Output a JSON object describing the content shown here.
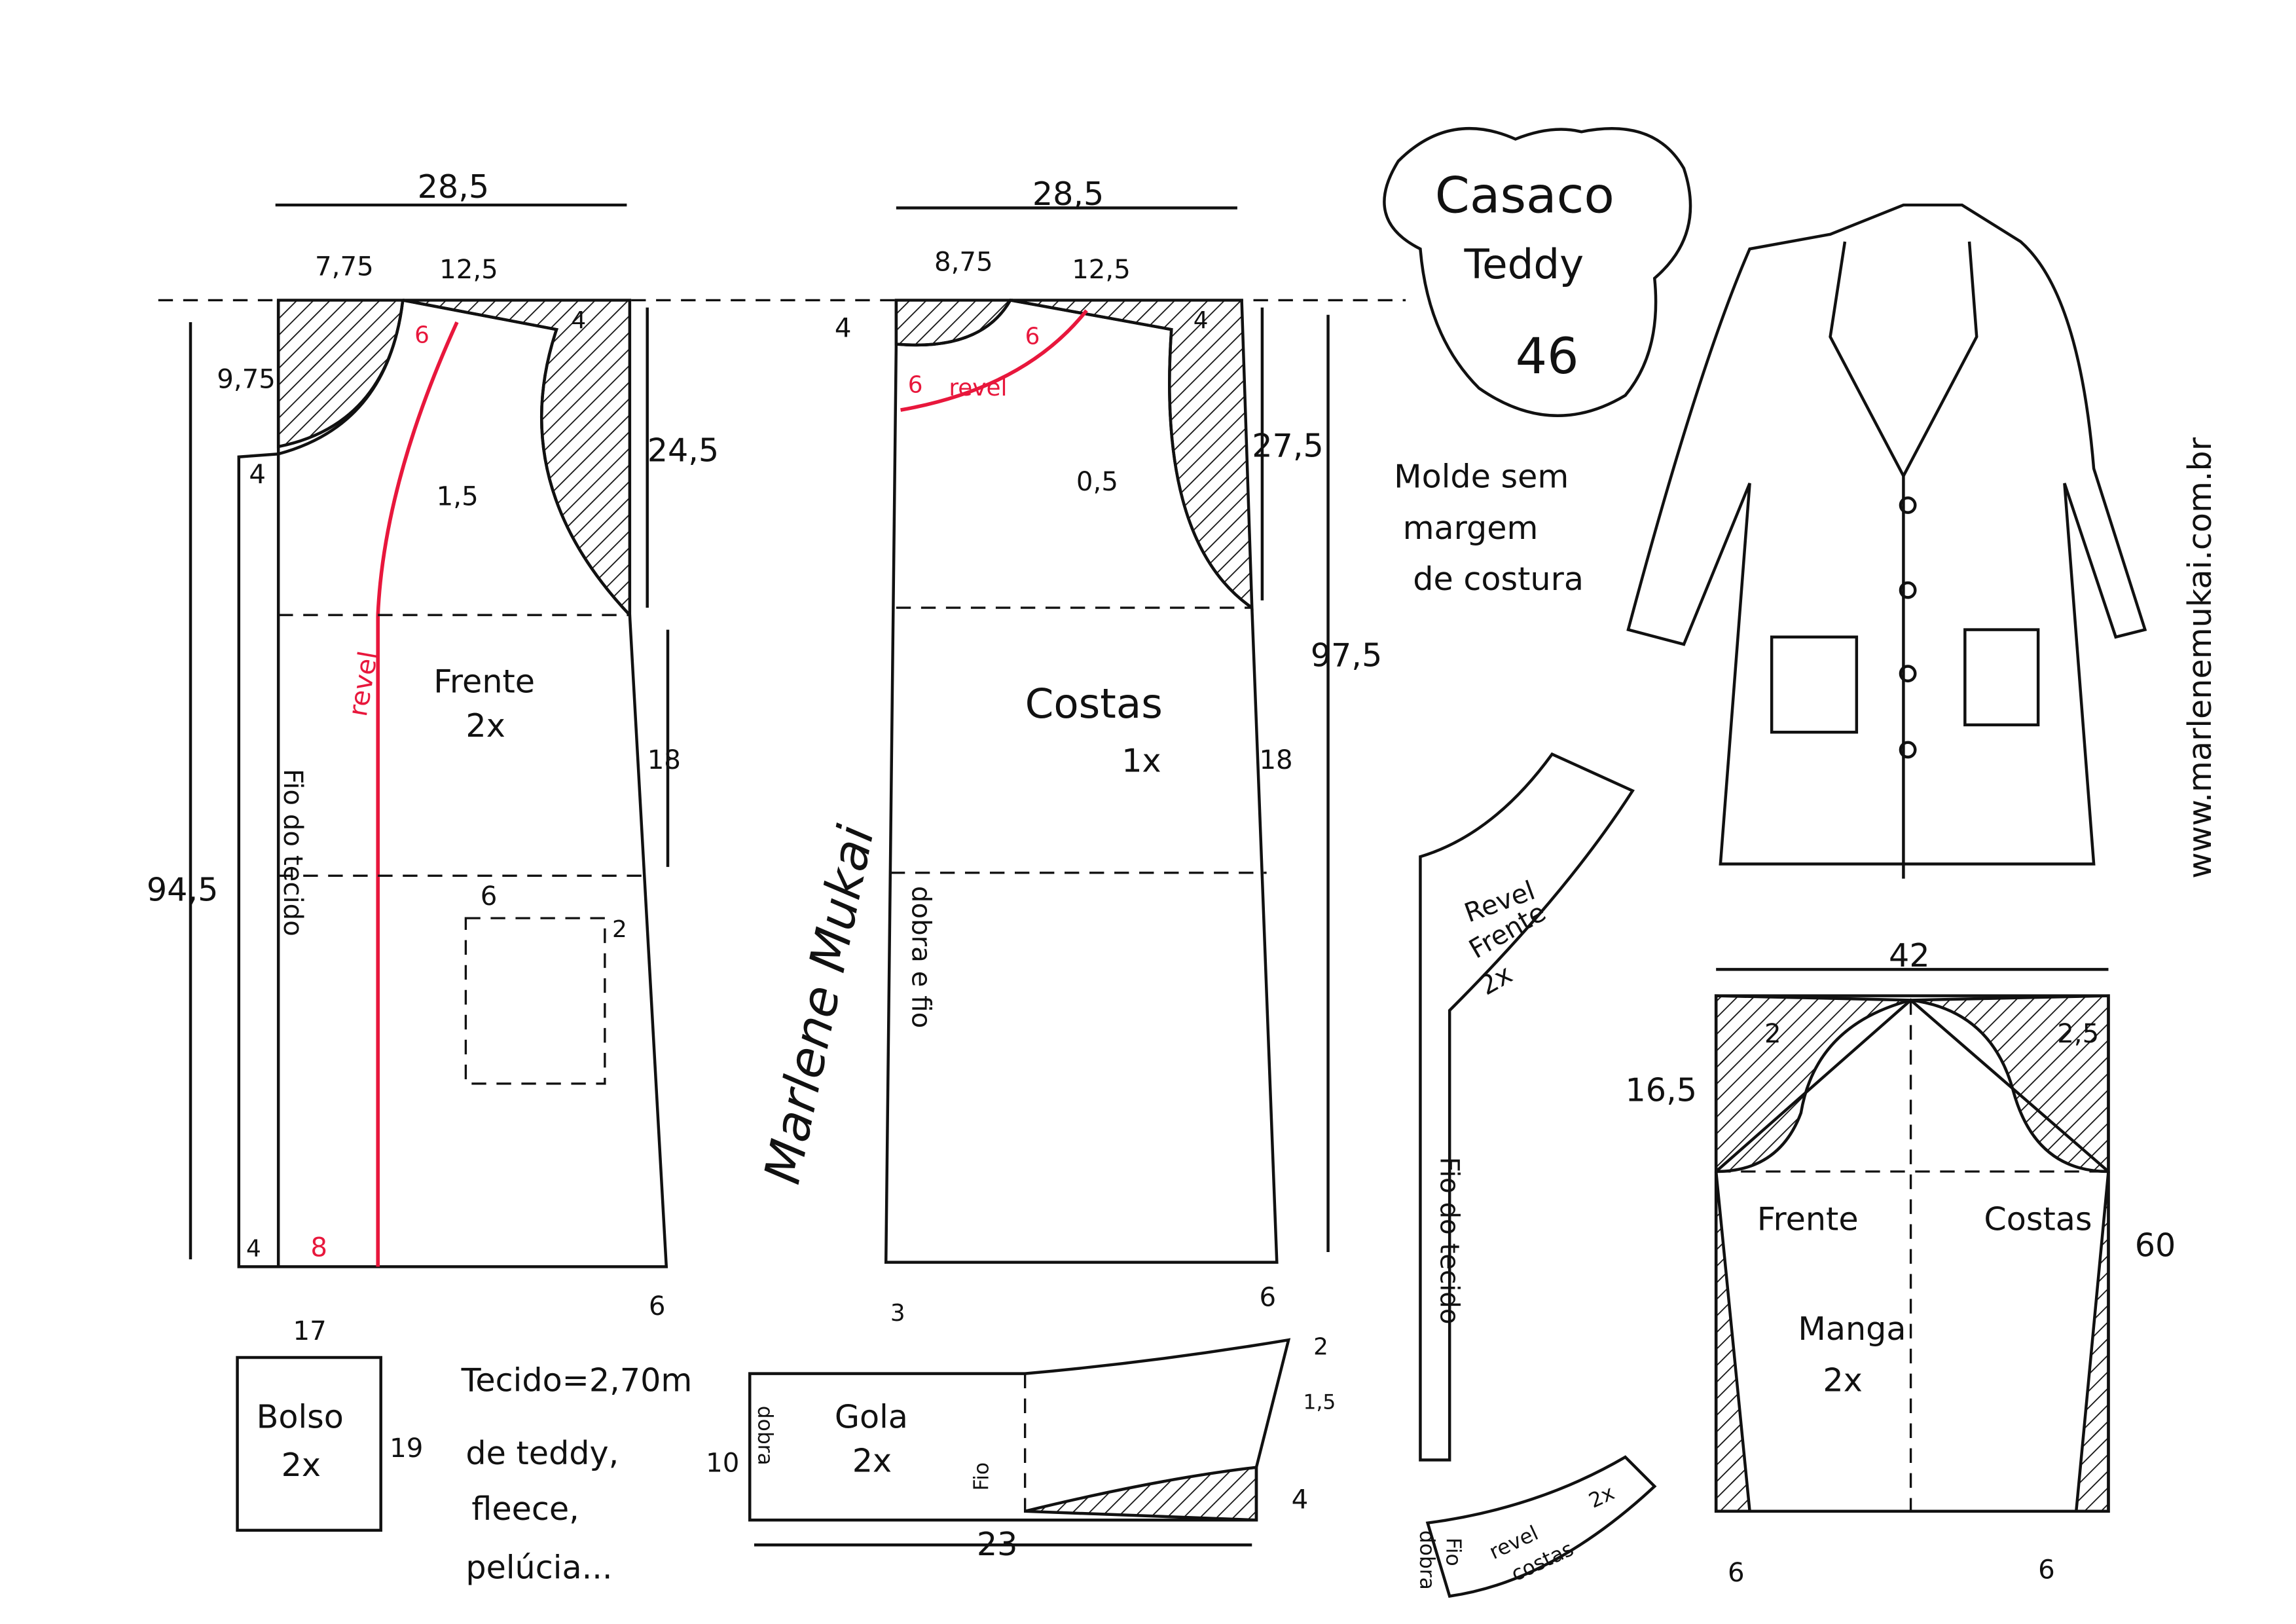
{
  "title": {
    "line1": "Casaco",
    "line2": "Teddy",
    "size": "46"
  },
  "note": [
    "Molde sem",
    "margem",
    "de costura"
  ],
  "website": "www.marlenemukai.com.br",
  "signature": "Marlene Mukai",
  "fabric": [
    "Tecido=2,70m",
    "de teddy,",
    "fleece,",
    "pelúcia..."
  ],
  "colors": {
    "ink": "#111111",
    "facing_line": "#e8173c"
  },
  "front": {
    "name": "Frente",
    "qty": "2x",
    "width": "28,5",
    "neck_width": "7,75",
    "shoulder": "12,5",
    "neck_depth": "9,75",
    "extension_top": "4",
    "facing_neck": "6",
    "shoulder_drop": "4",
    "armhole_depth": "24,5",
    "armhole_curve": "1,5",
    "length": "94,5",
    "waist": "18",
    "pocket_pos": "6",
    "side_flare": "2",
    "extension_bottom": "4",
    "facing_hem": "8",
    "hem_flare": "6",
    "facing_label": "revel",
    "grain": "Fio do tecido"
  },
  "back": {
    "name": "Costas",
    "qty": "1x",
    "width": "28,5",
    "neck_width": "8,75",
    "shoulder": "12,5",
    "neck_depth": "4",
    "shoulder_drop": "4",
    "facing_width": "6",
    "facing_width_2": "6",
    "facing_label": "revel",
    "armhole_depth": "27,5",
    "armhole_curve": "0,5",
    "length": "97,5",
    "waist": "18",
    "hem_fold": "3",
    "hem_flare": "6",
    "grain": "dobra e fio"
  },
  "sleeve": {
    "width": "42",
    "cap_height": "16,5",
    "front_curve": "2",
    "back_curve": "2,5",
    "front_label": "Frente",
    "back_label": "Costas",
    "name": "Manga",
    "qty": "2x",
    "length": "60",
    "hem_front": "6",
    "hem_back": "6"
  },
  "collar": {
    "name": "Gola",
    "qty": "2x",
    "fold": "dobra",
    "grain": "Fio",
    "height": "10",
    "length": "23",
    "tip_up": "2",
    "tip_in": "1,5",
    "tip_down": "4"
  },
  "pocket": {
    "name": "Bolso",
    "qty": "2x",
    "width": "17",
    "height": "19"
  },
  "facing_front": {
    "line1": "Revel",
    "line2": "Frente",
    "qty": "2x",
    "grain": "Fio do tecido"
  },
  "facing_back": {
    "line1": "revel",
    "line2": "costas",
    "qty": "2x",
    "fold": "dobra",
    "grain": "Fio"
  }
}
